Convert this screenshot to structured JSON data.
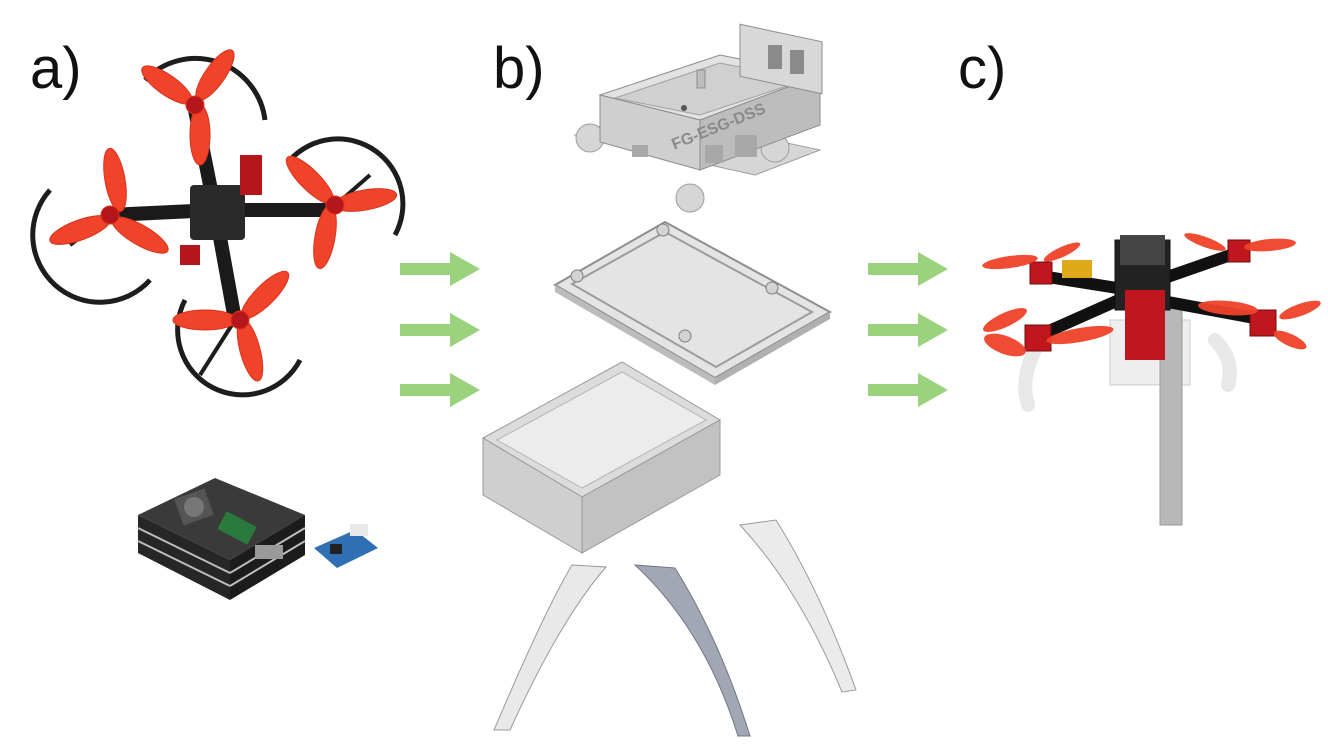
{
  "panels": [
    {
      "label": "a)"
    },
    {
      "label": "b)"
    },
    {
      "label": "c)"
    }
  ],
  "enclosure": {
    "engraving": "FG-ESG-DSS"
  },
  "colors": {
    "arrow": "#9bd27e",
    "propeller": "#f0432a",
    "frame_red": "#c0161d",
    "part_gray": "#c9c9c9"
  }
}
